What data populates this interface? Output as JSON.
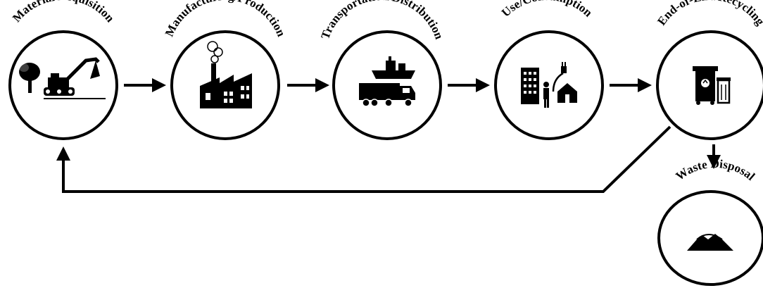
{
  "diagram": {
    "stages": [
      {
        "id": "material-acquisition",
        "label": "Material Acquisition",
        "icon": "excavator-tree-icon"
      },
      {
        "id": "manufacturing",
        "label": "Manufacturing/Production",
        "icon": "factory-icon"
      },
      {
        "id": "transportation",
        "label": "Transportation/Distribution",
        "icon": "truck-ship-icon"
      },
      {
        "id": "use",
        "label": "Use/Consumption",
        "icon": "building-person-plug-icon"
      },
      {
        "id": "end-of-life",
        "label": "End-of-Life/Recycling",
        "icon": "recycling-bins-icon"
      },
      {
        "id": "waste-disposal",
        "label": "Waste Disposal",
        "icon": "landfill-icon"
      }
    ],
    "colors": {
      "ink": "#000000",
      "background": "#ffffff"
    }
  }
}
